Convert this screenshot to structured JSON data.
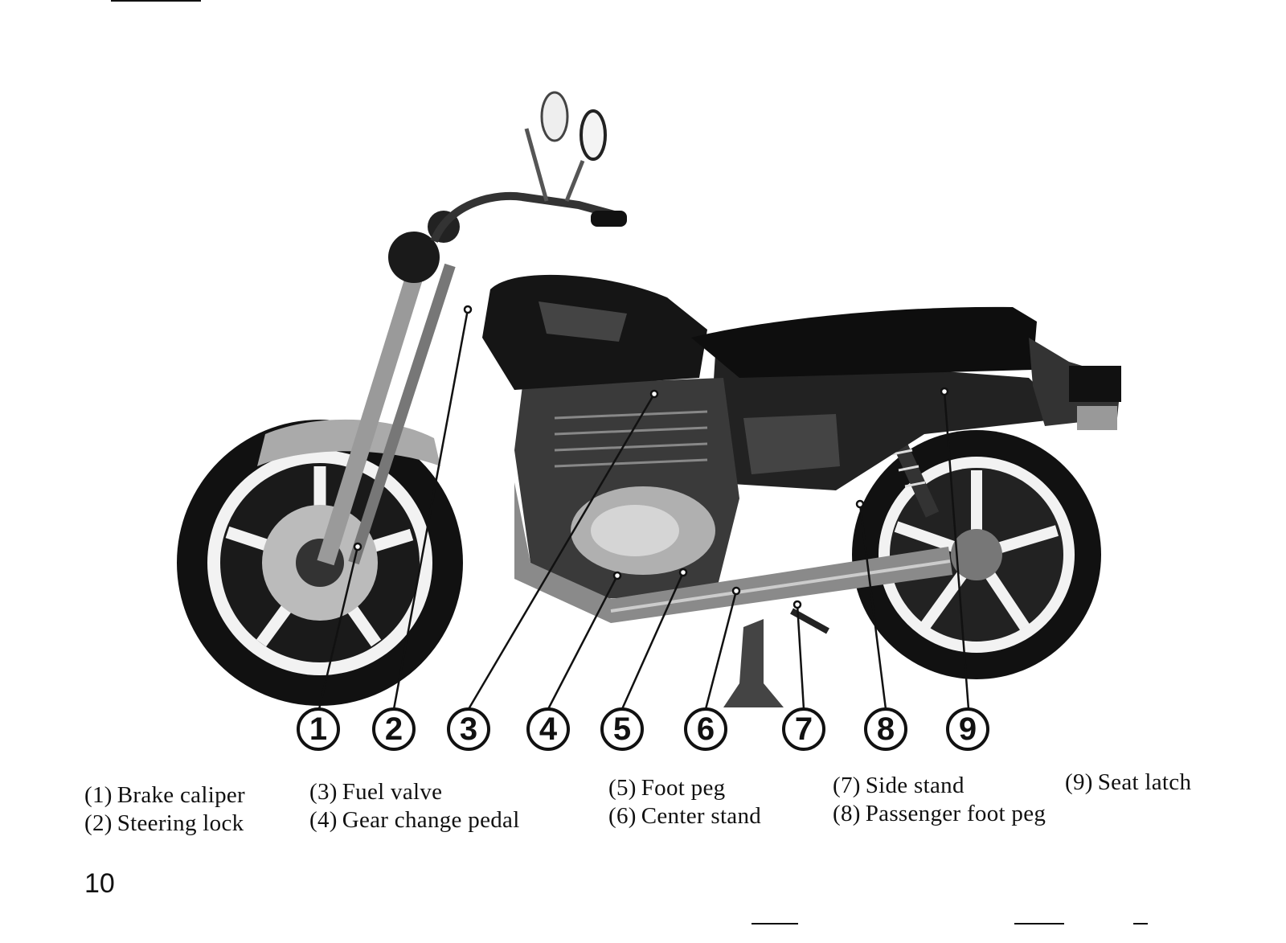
{
  "callouts": [
    "1",
    "2",
    "3",
    "4",
    "5",
    "6",
    "7",
    "8",
    "9"
  ],
  "legend": [
    {
      "num": "(1)",
      "label": "Brake caliper"
    },
    {
      "num": "(2)",
      "label": "Steering lock"
    },
    {
      "num": "(3)",
      "label": "Fuel valve"
    },
    {
      "num": "(4)",
      "label": "Gear change pedal"
    },
    {
      "num": "(5)",
      "label": "Foot peg"
    },
    {
      "num": "(6)",
      "label": "Center stand"
    },
    {
      "num": "(7)",
      "label": "Side stand"
    },
    {
      "num": "(8)",
      "label": "Passenger foot peg"
    },
    {
      "num": "(9)",
      "label": "Seat latch"
    }
  ],
  "page_number": "10"
}
